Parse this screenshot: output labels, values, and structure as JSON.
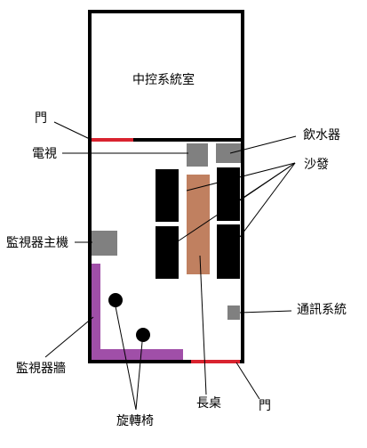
{
  "colors": {
    "wall": "#000000",
    "door": "#d9232f",
    "furniture_gray": "#808080",
    "sofa": "#000000",
    "table": "#c08060",
    "monitor_wall": "#a04fa8",
    "background": "#ffffff"
  },
  "labels": {
    "control_room": "中控系統室",
    "door_top": "門",
    "tv": "電視",
    "water_dispenser": "飲水器",
    "sofa": "沙發",
    "monitor_host": "監視器主機",
    "communication_system": "通訊系統",
    "monitor_wall": "監視器牆",
    "long_table": "長桌",
    "door_bottom": "門",
    "swivel_chair": "旋轉椅"
  }
}
